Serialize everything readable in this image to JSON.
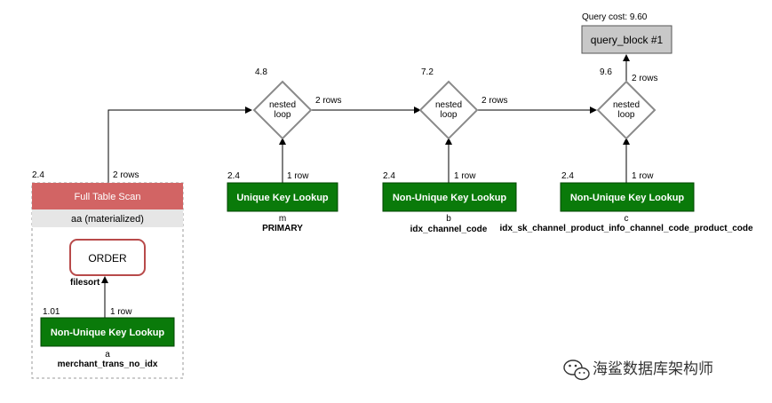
{
  "query_cost": {
    "label": "Query cost: 9.60"
  },
  "query_block": {
    "label": "query_block #1"
  },
  "nested_loops": [
    {
      "label_line1": "nested",
      "label_line2": "loop",
      "cost": "4.8",
      "out_rows": "2 rows"
    },
    {
      "label_line1": "nested",
      "label_line2": "loop",
      "cost": "7.2",
      "out_rows": "2 rows"
    },
    {
      "label_line1": "nested",
      "label_line2": "loop",
      "cost": "9.6",
      "out_rows": "2 rows"
    }
  ],
  "full_scan": {
    "label": "Full Table Scan",
    "cost": "2.4",
    "rows": "2 rows",
    "table": "aa (materialized)",
    "order_label": "ORDER",
    "order_note": "filesort",
    "inner_lookup": {
      "label": "Non-Unique Key Lookup",
      "cost": "1.01",
      "rows": "1 row",
      "table": "a",
      "key": "merchant_trans_no_idx"
    }
  },
  "lookups": [
    {
      "label": "Unique Key Lookup",
      "cost": "2.4",
      "rows": "1 row",
      "table": "m",
      "key": "PRIMARY"
    },
    {
      "label": "Non-Unique Key Lookup",
      "cost": "2.4",
      "rows": "1 row",
      "table": "b",
      "key": "idx_channel_code"
    },
    {
      "label": "Non-Unique Key Lookup",
      "cost": "2.4",
      "rows": "1 row",
      "table": "c",
      "key": "idx_sk_channel_product_info_channel_code_product_code"
    }
  ],
  "watermark": {
    "text": "海鲨数据库架构师",
    "icon": "wechat-icon"
  },
  "colors": {
    "green": "#0a7a0a",
    "red": "#d26464",
    "gray_box": "#c8c8c8",
    "edge": "#000000",
    "diamond": "#8a8a8a",
    "order_border": "#b84a4a"
  }
}
